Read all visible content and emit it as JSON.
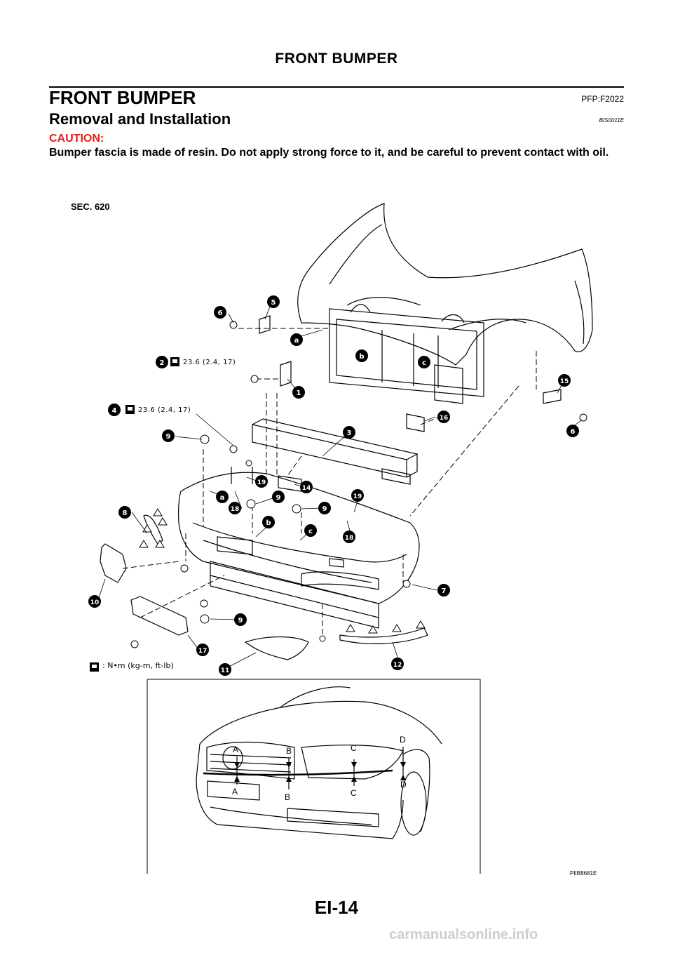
{
  "header": {
    "title": "FRONT BUMPER"
  },
  "section": {
    "title": "FRONT BUMPER",
    "code": "PFP:F2022"
  },
  "subsection": {
    "title": "Removal and Installation",
    "code": "BIS0011E"
  },
  "caution": {
    "label": "CAUTION:",
    "text": "Bumper fascia is made of resin. Do not apply strong force to it, and be careful to prevent contact with oil."
  },
  "figure": {
    "section_label": "SEC. 620",
    "torque_2": "23.6 (2.4, 17)",
    "torque_4": "23.6 (2.4, 17)",
    "legend": ": N•m (kg-m, ft-lb)",
    "callouts": [
      "1",
      "2",
      "3",
      "4",
      "5",
      "6",
      "6",
      "7",
      "8",
      "9",
      "9",
      "9",
      "9",
      "10",
      "11",
      "12",
      "14",
      "15",
      "16",
      "17",
      "18",
      "18",
      "19",
      "19",
      "a",
      "a",
      "b",
      "b",
      "c",
      "c"
    ],
    "detail_labels": [
      "A",
      "A",
      "B",
      "B",
      "C",
      "C",
      "D",
      "D"
    ],
    "code": "PIIB8681E"
  },
  "page": {
    "number": "EI-14"
  },
  "footer": {
    "watermark": "carmanualsonline.info"
  }
}
